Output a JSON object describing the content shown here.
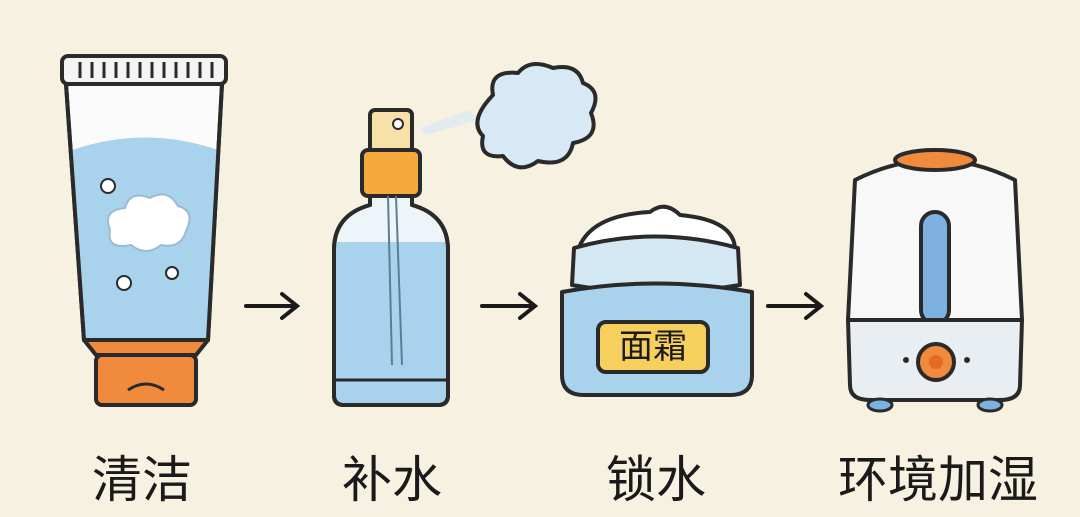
{
  "steps": [
    {
      "label": "清洁",
      "icon": "cleanser-tube-icon"
    },
    {
      "label": "补水",
      "icon": "spray-bottle-icon"
    },
    {
      "label": "锁水",
      "icon": "cream-jar-icon",
      "jar_label": "面霜"
    },
    {
      "label": "环境加湿",
      "icon": "humidifier-icon"
    }
  ],
  "arrow_icon": "arrow-right-icon",
  "colors": {
    "background": "#f7f1e2",
    "blue": "#a9d3ec",
    "orange": "#f08a3c",
    "yellow": "#f7cf5c"
  }
}
